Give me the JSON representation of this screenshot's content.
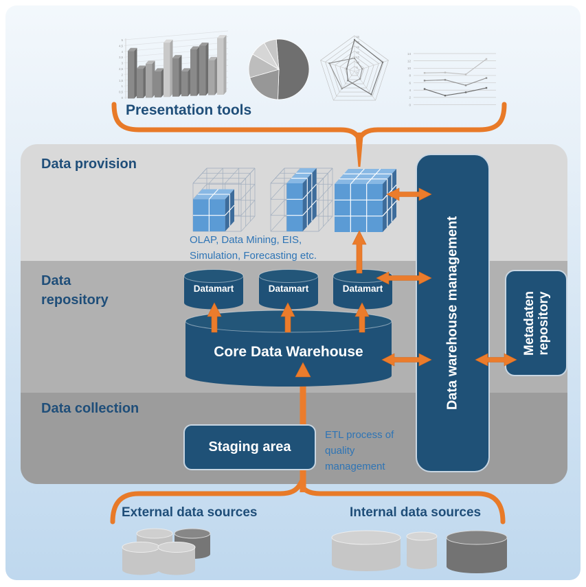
{
  "layers": {
    "provision_label": "Data provision",
    "repository_label": "Data repository",
    "collection_label": "Data collection"
  },
  "presentation": {
    "title": "Presentation tools"
  },
  "nodes": {
    "management_label": "Data warehouse management",
    "metadata_label": "Metadaten repository",
    "staging_label": "Staging area",
    "core_label": "Core Data Warehouse",
    "datamart_labels": [
      "Datamart",
      "Datamart",
      "Datamart"
    ]
  },
  "captions": {
    "olap_line1": "OLAP, Data Mining, EIS,",
    "olap_line2": "Simulation, Forecasting etc.",
    "etl_lines": [
      "ETL process of",
      "quality",
      "management"
    ]
  },
  "sources": {
    "external_label": "External data sources",
    "internal_label": "Internal data sources"
  },
  "axis_labels": {
    "bar": [
      "5",
      "4,5",
      "4",
      "3,5",
      "3",
      "2,5",
      "2",
      "1,5",
      "1",
      "0,5",
      "0"
    ],
    "line": [
      "14",
      "12",
      "10",
      "8",
      "6",
      "4",
      "2",
      "0"
    ],
    "radar": [
      "35",
      "30",
      "25",
      "20",
      "15",
      "10",
      "5",
      "0"
    ]
  },
  "icon_charts": {
    "bar": {
      "values": [
        4.2,
        2.6,
        3.0,
        2.3,
        4.8,
        3.4,
        2.2,
        4.1,
        4.4,
        3.1,
        5.0
      ],
      "shades": [
        "d",
        "d",
        "m",
        "d",
        "l",
        "d",
        "d",
        "d",
        "d",
        "m",
        "l"
      ]
    },
    "pie": {
      "start": -5,
      "slices": [
        {
          "angle": 187,
          "color": "#6F6F6F"
        },
        {
          "angle": 72,
          "color": "#979797"
        },
        {
          "angle": 46,
          "color": "#BDBDBD"
        },
        {
          "angle": 31,
          "color": "#D6D6D6"
        },
        {
          "angle": 24,
          "color": "#C6C6C6"
        }
      ]
    },
    "radar": {
      "max": 35,
      "rings": 7,
      "series": [
        {
          "color": "#6E6E6E",
          "values": [
            31,
            29,
            28,
            11,
            8
          ]
        },
        {
          "color": "#8D8D8D",
          "values": [
            13,
            8,
            9,
            21,
            26
          ]
        }
      ]
    },
    "line": {
      "ymax": 14,
      "series": [
        {
          "color": "#BFBFBF",
          "values": [
            8.7,
            8.8,
            8.3,
            12.5
          ]
        },
        {
          "color": "#8F8F8F",
          "values": [
            6.6,
            6.8,
            5.3,
            7.3
          ]
        },
        {
          "color": "#6A6A6A",
          "values": [
            4.3,
            2.5,
            3.4,
            4.6
          ]
        }
      ]
    }
  },
  "colors": {
    "node_blue": "#1F5177",
    "heading_blue": "#1F4E79",
    "caption_blue": "#2E74B5",
    "orange": "#EB7C2C",
    "cube_front": "#5B9BD5",
    "cube_top": "#88B8E4",
    "cube_side": "#3D6C9B",
    "band_provision": "#D9D9D9",
    "band_repository": "#B1B1B1",
    "band_collection": "#9C9C9C"
  }
}
